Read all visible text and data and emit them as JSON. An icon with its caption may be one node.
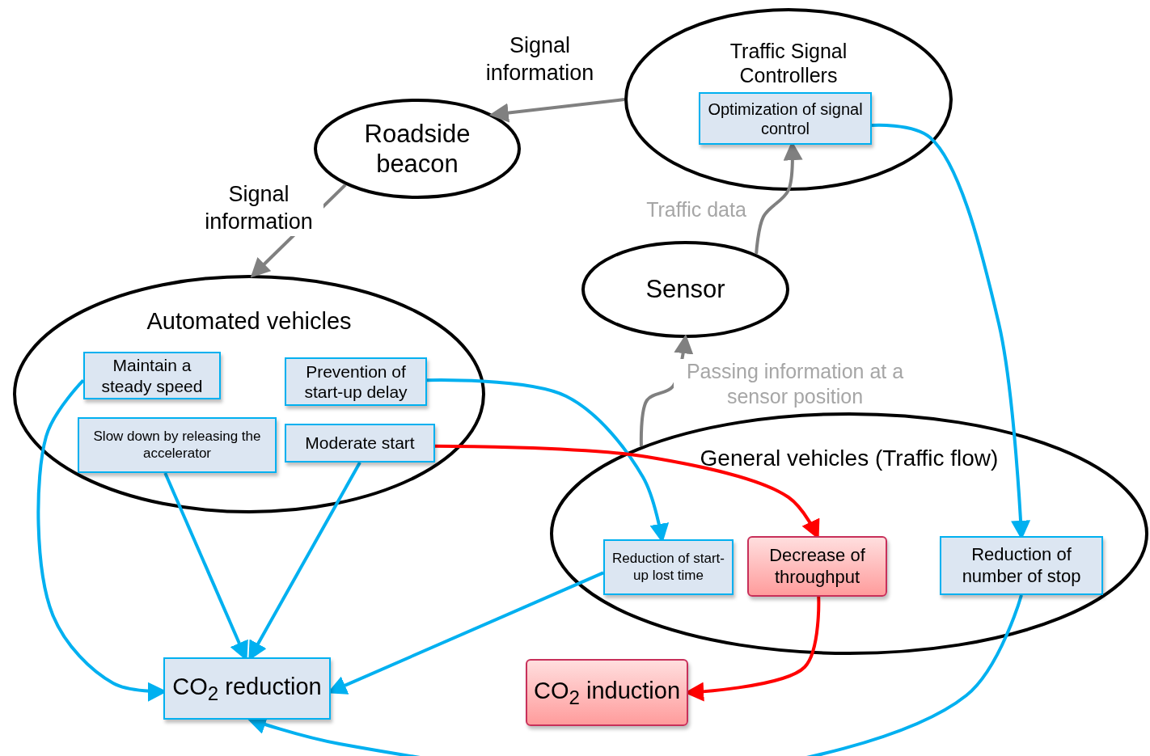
{
  "diagram": {
    "nodes": [
      {
        "text": [
          "Traffic Signal Controllers"
        ]
      },
      {
        "text": [
          "Optimization of signal  control"
        ],
        "in": 0
      },
      {
        "text": [
          "Roadside beacon"
        ]
      },
      {
        "text": [
          "Sensor"
        ]
      },
      {
        "text": [
          "Automated vehicles"
        ]
      },
      {
        "text": [
          "Maintain a steady speed"
        ],
        "in": 4
      },
      {
        "text": [
          "Prevention of start-up delay"
        ],
        "in": 4
      },
      {
        "text": [
          "Slow down by releasing the accelerator"
        ],
        "in": 4
      },
      {
        "text": [
          "Moderate start"
        ],
        "in": 4
      },
      {
        "text": [
          "General vehicles (Traffic flow)"
        ]
      },
      {
        "text": [
          "Reduction of start-up lost time"
        ],
        "in": 9
      },
      {
        "text": [
          "Decrease of throughput"
        ],
        "in": 9
      },
      {
        "text": [
          "Reduction of number of stop"
        ],
        "in": 9
      },
      {
        "text": [
          "CO$_{2}$ reduction"
        ]
      },
      {
        "text": [
          "CO$_{2}$ induction"
        ]
      }
    ],
    "edges": [
      {
        "from": 0,
        "to": 2,
        "arrow": "to",
        "label": "Signal information",
        "color": "#808080"
      },
      {
        "from": 2,
        "to": 4,
        "arrow": "to",
        "label": "Signal information",
        "color": "#808080"
      },
      {
        "from": 3,
        "to": 1,
        "arrow": "to",
        "label": "Traffic data",
        "color": "#808080"
      },
      {
        "from": 9,
        "to": 3,
        "arrow": "to",
        "label": "Passing information at a sensor position",
        "color": "#808080"
      },
      {
        "from": 1,
        "to": 12,
        "arrow": "to"
      },
      {
        "from": 6,
        "to": 10,
        "arrow": "to"
      },
      {
        "from": 8,
        "to": 11,
        "arrow": "to",
        "color": "#ff0000"
      },
      {
        "from": 5,
        "to": 13,
        "arrow": "to"
      },
      {
        "from": 7,
        "to": 13,
        "arrow": "to"
      },
      {
        "from": 8,
        "to": 13,
        "arrow": "to"
      },
      {
        "from": 10,
        "to": 13,
        "arrow": "to"
      },
      {
        "from": 11,
        "to": 14,
        "arrow": "to",
        "color": "#ff0000"
      },
      {
        "from": 12,
        "to": 13,
        "arrow": "to"
      }
    ]
  }
}
